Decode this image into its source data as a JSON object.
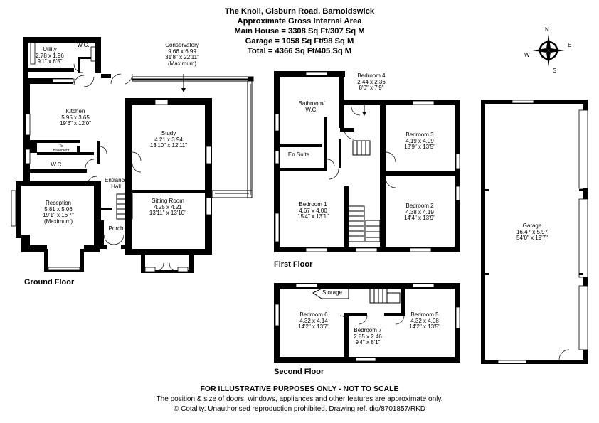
{
  "header": {
    "line1": "The Knoll, Gisburn Road, Barnoldswick",
    "line2": "Approximate Gross Internal Area",
    "line3": "Main House = 3308 Sq Ft/307 Sq M",
    "line4": "Garage = 1058 Sq Ft/98 Sq M",
    "line5": "Total = 4366 Sq Ft/405 Sq M"
  },
  "compass": {
    "n": "N",
    "e": "E",
    "s": "S",
    "w": "W"
  },
  "floors": {
    "ground": "Ground Floor",
    "first": "First Floor",
    "second": "Second Floor"
  },
  "rooms": {
    "utility": {
      "name": "Utility",
      "metric": "2.78 x 1.96",
      "imperial": "9'1\" x 6'5\""
    },
    "wc_top": {
      "name": "W.C."
    },
    "conservatory": {
      "name": "Conservatory",
      "metric": "9.66 x 6.99",
      "imperial": "31'8\" x 22'11\"",
      "note": "(Maximum)"
    },
    "kitchen": {
      "name": "Kitchen",
      "metric": "5.95 x 3.65",
      "imperial": "19'6\" x 12'0\""
    },
    "to_basement": {
      "line1": "To",
      "line2": "Basement"
    },
    "study": {
      "name": "Study",
      "metric": "4.21 x 3.94",
      "imperial": "13'10\" x 12'11\""
    },
    "wc_ground": {
      "name": "W.C."
    },
    "entrance_hall": {
      "line1": "Entrance",
      "line2": "Hall"
    },
    "reception": {
      "name": "Reception",
      "metric": "5.81 x 5.06",
      "imperial": "19'1\" x 16'7\"",
      "note": "(Maximum)"
    },
    "sitting_room": {
      "name": "Sitting Room",
      "metric": "4.25 x 4.21",
      "imperial": "13'11\" x 13'10\""
    },
    "porch": {
      "name": "Porch"
    },
    "bathroom": {
      "line1": "Bathroom/",
      "line2": "W.C."
    },
    "bedroom4": {
      "name": "Bedroom 4",
      "metric": "2.44 x 2.36",
      "imperial": "8'0\" x 7'9\""
    },
    "bedroom3": {
      "name": "Bedroom 3",
      "metric": "4.19 x 4.09",
      "imperial": "13'9\" x 13'5\""
    },
    "en_suite": {
      "name": "En Suite"
    },
    "bedroom1": {
      "name": "Bedroom 1",
      "metric": "4.67 x 4.00",
      "imperial": "15'4\" x 13'1\""
    },
    "bedroom2": {
      "name": "Bedroom 2",
      "metric": "4.38 x 4.19",
      "imperial": "14'4\" x 13'9\""
    },
    "garage": {
      "name": "Garage",
      "metric": "16.47 x 5.97",
      "imperial": "54'0\" x 19'7\""
    },
    "storage": {
      "name": "Storage"
    },
    "bedroom6": {
      "name": "Bedroom 6",
      "metric": "4.32 x 4.14",
      "imperial": "14'2\" x 13'7\""
    },
    "bedroom7": {
      "name": "Bedroom 7",
      "metric": "2.85 x 2.46",
      "imperial": "9'4\" x 8'1\""
    },
    "bedroom5": {
      "name": "Bedroom 5",
      "metric": "4.32 x 4.08",
      "imperial": "14'2\" x 13'5\""
    }
  },
  "footer": {
    "line1": "FOR ILLUSTRATIVE PURPOSES ONLY - NOT TO SCALE",
    "line2": "The position & size of doors, windows, appliances and other features are approximate only.",
    "line3": "© Cotality. Unauthorised reproduction prohibited. Drawing ref. dig/8701857/RKD"
  }
}
